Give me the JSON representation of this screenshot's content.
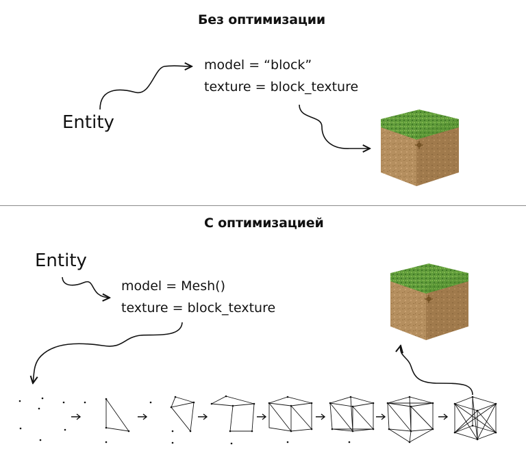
{
  "top": {
    "title": "Без оптимизации",
    "entity_label": "Entity",
    "code_lines": [
      "model = “block”",
      "texture = block_texture"
    ]
  },
  "bottom": {
    "title": "С оптимизацией",
    "entity_label": "Entity",
    "code_lines": [
      "model = Mesh()",
      "texture = block_texture"
    ],
    "mesh_stages": 8
  },
  "colors": {
    "text": "#111111",
    "divider": "#8a8a8a",
    "grass_top": "#5f9a3a",
    "dirt_side": "#b58f5f",
    "dirt_dark": "#8e6a3d"
  },
  "icons": [
    "grass-block-icon",
    "arrow-icon"
  ]
}
